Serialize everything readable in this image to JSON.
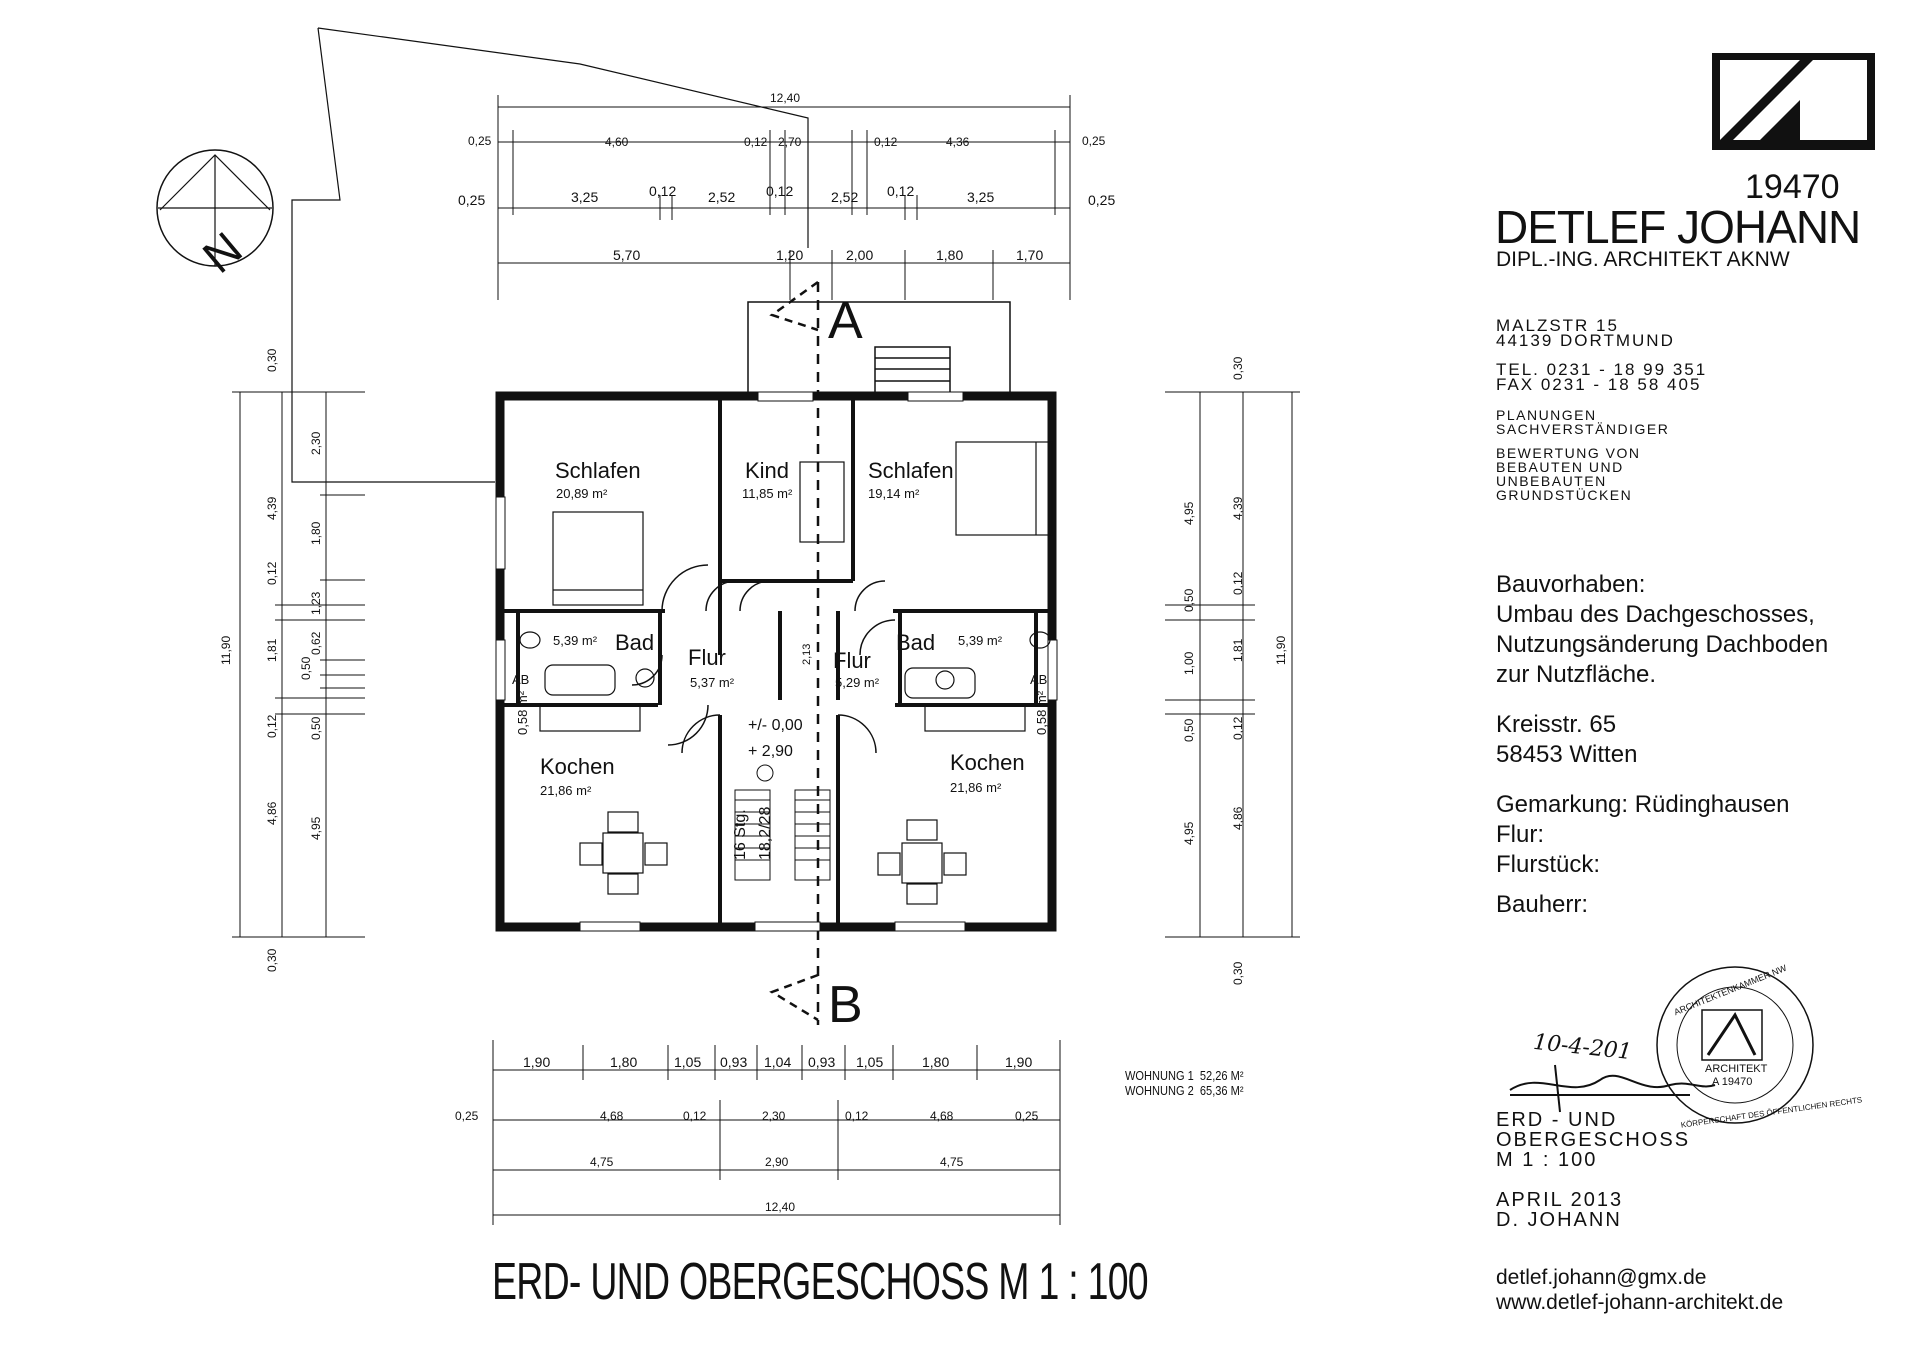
{
  "north_label": "N",
  "section_a": "A",
  "section_b": "B",
  "top_dims": {
    "overall": "12,40",
    "row1": [
      "0,25",
      "4,60",
      "0,12",
      "2,70",
      "0,12",
      "4,36",
      "0,25"
    ],
    "row2": [
      "0,25",
      "3,25",
      "0,12",
      "2,52",
      "0,12",
      "2,52",
      "0,12",
      "3,25",
      "0,25"
    ],
    "row3": [
      "5,70",
      "1,20",
      "2,00",
      "1,80",
      "1,70"
    ]
  },
  "left_dims": {
    "outer": "11,90",
    "col1": [
      "0,30",
      "4,39",
      "0,12",
      "1,81",
      "0,12",
      "4,86",
      "0,30"
    ],
    "col2": [
      "2,30",
      "1,80",
      "1,23",
      "0,62",
      "0,50",
      "0,50",
      "4,95"
    ]
  },
  "right_dims": {
    "outer": "11,90",
    "col1": [
      "0,30",
      "4,39",
      "0,12",
      "1,81",
      "0,12",
      "4,86",
      "0,30"
    ],
    "col2": [
      "4,95",
      "0,50",
      "1,00",
      "0,50",
      "4,95"
    ]
  },
  "bottom_dims": {
    "row1": [
      "1,90",
      "1,80",
      "1,05",
      "0,93",
      "1,04",
      "0,93",
      "1,05",
      "1,80",
      "1,90"
    ],
    "row2": [
      "0,25",
      "4,68",
      "0,12",
      "2,30",
      "0,12",
      "4,68",
      "0,25"
    ],
    "row3": [
      "4,75",
      "2,90",
      "4,75"
    ],
    "overall": "12,40"
  },
  "rooms": {
    "schlafen1": {
      "name": "Schlafen",
      "area": "20,89 m²"
    },
    "kind": {
      "name": "Kind",
      "area": "11,85 m²"
    },
    "schlafen2": {
      "name": "Schlafen",
      "area": "19,14 m²"
    },
    "bad1": {
      "name": "Bad",
      "area": "5,39 m²"
    },
    "flur1": {
      "name": "Flur",
      "area": "5,37 m²"
    },
    "flur2": {
      "name": "Flur",
      "area": "5,29 m²"
    },
    "bad2": {
      "name": "Bad",
      "area": "5,39 m²"
    },
    "ab1": {
      "name": "AB",
      "area": "0,58 m²"
    },
    "ab2": {
      "name": "AB",
      "area": "0,58 m²"
    },
    "kochen1": {
      "name": "Kochen",
      "area": "21,86 m²"
    },
    "kochen2": {
      "name": "Kochen",
      "area": "21,86 m²"
    }
  },
  "stair": {
    "level_top": "+/- 0,00",
    "level_bottom": "+ 2,90",
    "steps": "16 Stg.",
    "ratio": "18,2/28",
    "mark": "2,13"
  },
  "summary": {
    "w1_label": "WOHNUNG 1",
    "w1_value": "52,26 M²",
    "w2_label": "WOHNUNG 2",
    "w2_value": "65,36 M²"
  },
  "architect": {
    "number": "19470",
    "name": "DETLEF JOHANN",
    "subtitle": "DIPL.-ING. ARCHITEKT AKNW",
    "street": "MALZSTR 15",
    "city": "44139 DORTMUND",
    "tel": "TEL.   0231 - 18 99 351",
    "fax": "FAX   0231 - 18 58 405",
    "services1": "PLANUNGEN",
    "services2": "SACHVERSTÄNDIGER",
    "services3": "BEWERTUNG VON",
    "services4": "BEBAUTEN UND",
    "services5": "UNBEBAUTEN",
    "services6": "GRUNDSTÜCKEN",
    "email": "detlef.johann@gmx.de",
    "web": "www.detlef-johann-architekt.de"
  },
  "project": {
    "label": "Bauvorhaben:",
    "line1": "Umbau des Dachgeschosses,",
    "line2": "Nutzungsänderung Dachboden",
    "line3": "zur Nutzfläche.",
    "street": "Kreisstr. 65",
    "city": "58453 Witten",
    "gemarkung": "Gemarkung: Rüdinghausen",
    "flur": "Flur:",
    "flurstueck": "Flurstück:",
    "bauherr": "Bauherr:"
  },
  "stamp": {
    "ring_top": "ARCHITEKTENKAMMER NW",
    "ring_bottom": "KÖRPERSCHAFT DES ÖFFENTLICHEN RECHTS",
    "label": "ARCHITEKT",
    "number": "A 19470",
    "date_handwritten": "10-4-201"
  },
  "title_block": {
    "line1": "ERD - UND",
    "line2": "OBERGESCHOSS",
    "line3": "M 1 : 100",
    "date": "APRIL 2013",
    "author": "D. JOHANN"
  },
  "bottom_title": "ERD- UND OBERGESCHOSS   M 1 : 100"
}
